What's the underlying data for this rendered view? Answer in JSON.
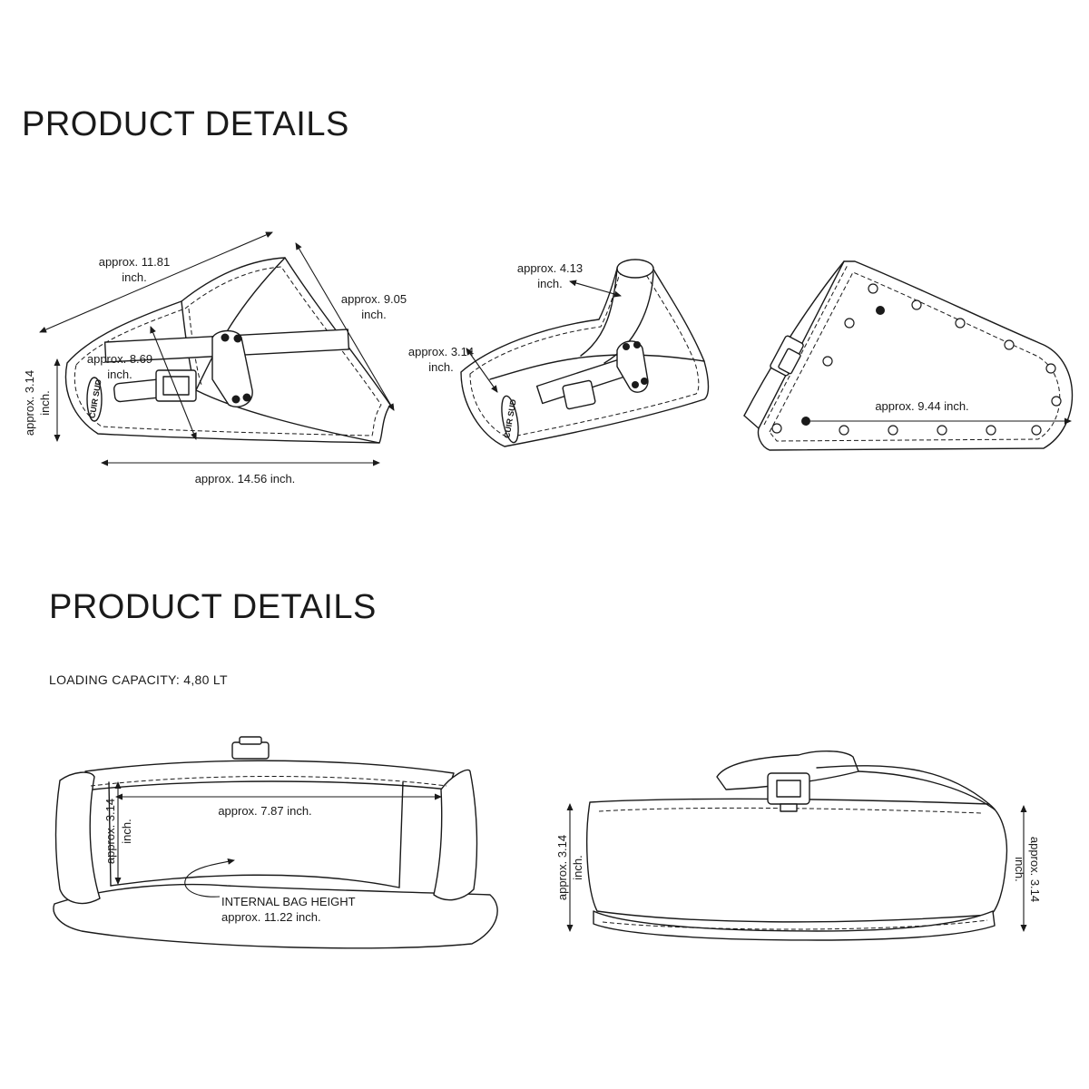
{
  "headings": {
    "top": "PRODUCT DETAILS",
    "bottom": "PRODUCT DETAILS"
  },
  "loading_capacity": "LOADING CAPACITY: 4,80 LT",
  "side_view": {
    "diag_length": [
      "approx. 11.81",
      "inch."
    ],
    "height": [
      "approx. 9.05",
      "inch."
    ],
    "depth": [
      "approx. 8.69",
      "inch."
    ],
    "left_thickness": [
      "approx. 3.14",
      "inch."
    ],
    "bottom_length": "approx. 14.56 inch.",
    "logo_text": "CUIR SUD"
  },
  "angled_view": {
    "opening": [
      "approx. 4.13",
      "inch."
    ],
    "thickness": [
      "approx. 3.14",
      "inch."
    ],
    "logo_text": "CUIR SUD"
  },
  "back_view": {
    "width": "approx. 9.44 inch."
  },
  "top_view": {
    "width": "approx. 7.87 inch.",
    "depth": [
      "approx. 3.14",
      "inch."
    ],
    "note": "INTERNAL BAG HEIGHT",
    "note_value": "approx. 11.22 inch."
  },
  "front_view": {
    "left_height": [
      "approx. 3.14",
      "inch."
    ],
    "right_height": [
      "approx. 3.14",
      "inch."
    ]
  }
}
